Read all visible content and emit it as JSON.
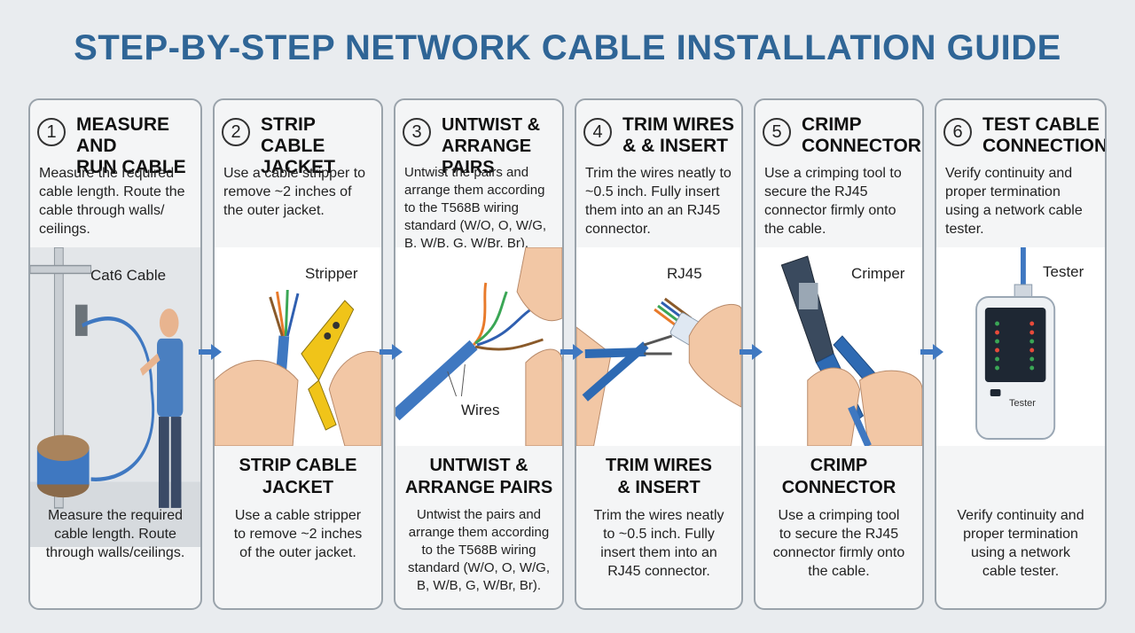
{
  "title": "STEP-BY-STEP NETWORK CABLE INSTALLATION GUIDE",
  "colors": {
    "title": "#2f6596",
    "cable": "#3f78c1",
    "arrow": "#3f78c1",
    "tool_yellow": "#f0c419"
  },
  "steps": [
    {
      "number": "1",
      "title_line1": "MEASURE AND",
      "title_line2": "RUN CABLE",
      "desc": "Measure the required cable length. Route the cable through walls/ ceilings.",
      "label": "Cat6 Cable",
      "bottom_title_line1": "",
      "bottom_title_line2": "",
      "bottom_desc_lines": [
        "Measure the required",
        "cable length. Route",
        "through walls/ceilings."
      ]
    },
    {
      "number": "2",
      "title_line1": "STRIP CABLE",
      "title_line2": "JACKET",
      "desc": "Use a cable stripper to remove ~2 inches of the outer jacket.",
      "label": "Stripper",
      "bottom_title_line1": "STRIP CABLE",
      "bottom_title_line2": "JACKET",
      "bottom_desc_lines": [
        "Use a cable stripper",
        "to remove ~2 inches",
        "of the outer jacket."
      ]
    },
    {
      "number": "3",
      "title_line1": "UNTWIST &",
      "title_line2": "ARRANGE PAIRS",
      "desc": "Untwist the pairs and arrange them according to the T568B wiring standard (W/O, O, W/G, B, W/B, G, W/Br, Br).",
      "label": "Wires",
      "bottom_title_line1": "UNTWIST &",
      "bottom_title_line2": "ARRANGE PAIRS",
      "bottom_desc_lines": [
        "Untwist the pairs and",
        "arrange them according",
        "to the T568B wiring",
        "standard (W/O, O, W/G,",
        "B, W/B, G, W/Br, Br)."
      ]
    },
    {
      "number": "4",
      "title_line1": "TRIM WIRES",
      "title_line2": "& & INSERT",
      "desc": "Trim the wires neatly to ~0.5 inch. Fully insert them into an an RJ45 connector.",
      "label": "RJ45",
      "bottom_title_line1": "TRIM WIRES",
      "bottom_title_line2": "& INSERT",
      "bottom_desc_lines": [
        "Trim the wires neatly",
        "to ~0.5 inch. Fully",
        "insert them into an",
        "RJ45 connector."
      ]
    },
    {
      "number": "5",
      "title_line1": "CRIMP",
      "title_line2": "CONNECTOR",
      "desc": "Use a crimping tool to secure the RJ45 connector firmly onto the cable.",
      "label": "Crimper",
      "bottom_title_line1": "CRIMP",
      "bottom_title_line2": "CONNECTOR",
      "bottom_desc_lines": [
        "Use a crimping tool",
        "to secure the RJ45",
        "connector firmly onto",
        "the cable."
      ]
    },
    {
      "number": "6",
      "title_line1": "TEST CABLE",
      "title_line2": "CONNECTION",
      "desc": "Verify continuity and proper termination using a network cable tester.",
      "label": "Tester",
      "device_label": "Tester",
      "bottom_title_line1": "",
      "bottom_title_line2": "",
      "bottom_desc_lines": [
        "Verify continuity and",
        "proper termination",
        "using a network",
        "cable tester."
      ]
    }
  ]
}
